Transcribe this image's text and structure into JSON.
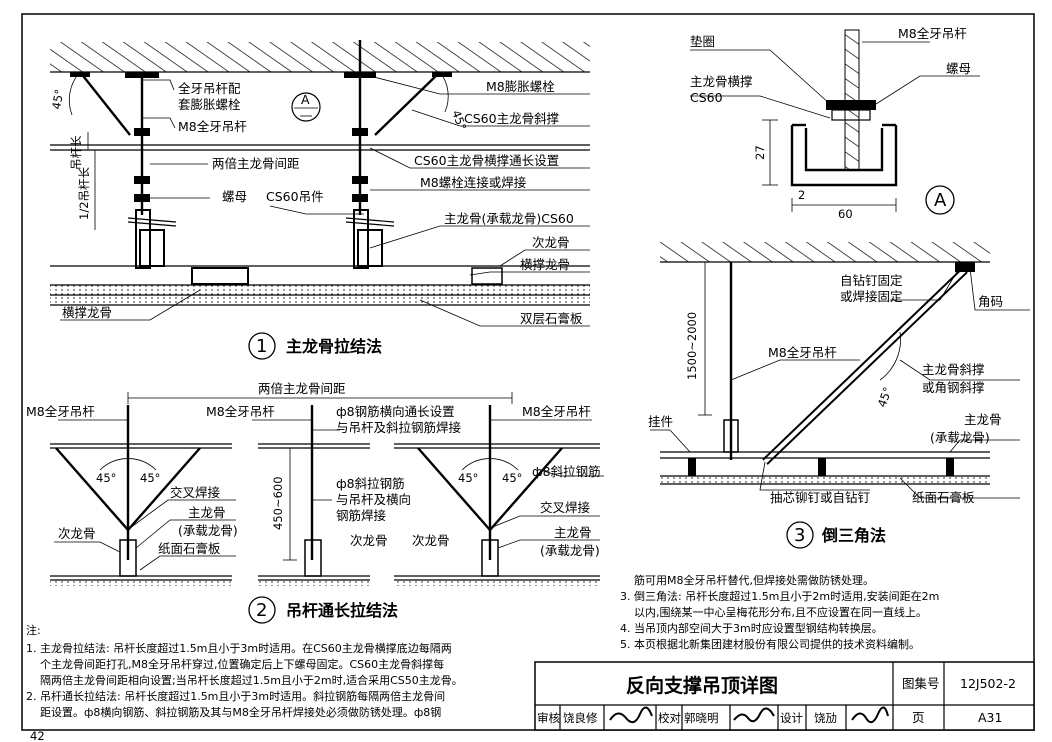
{
  "title_block": {
    "title": "反向支撑吊顶详图",
    "atlas_label": "图集号",
    "atlas_no": "12J502-2",
    "page_label": "页",
    "page_no": "A31",
    "review_label": "审核",
    "reviewer": "饶良修",
    "check_label": "校对",
    "checker": "郭晓明",
    "design_label": "设计",
    "designer": "饶劢"
  },
  "fig1": {
    "number": "1",
    "caption": "主龙骨拉结法",
    "labels": {
      "rod_with_anchor_1": "全牙吊杆配",
      "rod_with_anchor_2": "套膨胀螺栓",
      "m8_rod": "M8全牙吊杆",
      "double_spacing": "两倍主龙骨间距",
      "nut": "螺母",
      "hanger": "CS60吊件",
      "m8_expansion": "M8膨胀螺栓",
      "brace": "CS60主龙骨斜撑",
      "cross_brace": "CS60主龙骨横撑通长设置",
      "bolt_weld": "M8螺栓连接或焊接",
      "main_keel": "主龙骨(承载龙骨)CS60",
      "sub_keel": "次龙骨",
      "cross_keel": "横撑龙骨",
      "cross_keel_left": "横撑龙骨",
      "double_gypsum": "双层石膏板",
      "half_rod_length": "1/2吊杆长",
      "angle": "45°",
      "detail_mark": "A"
    }
  },
  "fig2": {
    "number": "2",
    "caption": "吊杆通长拉结法",
    "labels": {
      "double_spacing": "两倍主龙骨间距",
      "m8_rod_left": "M8全牙吊杆",
      "m8_rod_mid": "M8全牙吊杆",
      "m8_rod_right": "M8全牙吊杆",
      "rebar_cross_1": "ф8钢筋横向通长设置",
      "rebar_cross_2": "与吊杆及斜拉钢筋焊接",
      "rebar_diag": "ф8斜拉钢筋",
      "rebar_diag_mid_1": "ф8斜拉钢筋",
      "rebar_diag_mid_2": "与吊杆及横向",
      "rebar_diag_mid_3": "钢筋焊接",
      "cross_weld_left": "交叉焊接",
      "cross_weld_right": "交叉焊接",
      "main_keel_1": "主龙骨",
      "main_keel_2": "(承载龙骨)",
      "main_keel_r1": "主龙骨",
      "main_keel_r2": "(承载龙骨)",
      "sub_keel_left": "次龙骨",
      "sub_keel_mid1": "次龙骨",
      "sub_keel_mid2": "次龙骨",
      "gypsum": "纸面石膏板",
      "dim": "450~600",
      "angle": "45°"
    }
  },
  "fig3": {
    "number": "3",
    "caption": "倒三角法",
    "labels": {
      "screw_fix_1": "自钻钉固定",
      "screw_fix_2": "或焊接固定",
      "corner": "角码",
      "m8_rod": "M8全牙吊杆",
      "dim": "1500~2000",
      "brace_1": "主龙骨斜撑",
      "brace_2": "或角钢斜撑",
      "hook": "挂件",
      "main_keel_1": "主龙骨",
      "main_keel_2": "(承载龙骨)",
      "rivet": "抽芯铆钉或自钻钉",
      "gypsum": "纸面石膏板",
      "angle": "45°"
    }
  },
  "detailA": {
    "mark": "A",
    "labels": {
      "washer": "垫圈",
      "m8_rod": "M8全牙吊杆",
      "cross_brace_1": "主龙骨横撑",
      "cross_brace_2": "CS60",
      "nut": "螺母",
      "dim_27": "27",
      "dim_2": "2",
      "dim_60": "60"
    }
  },
  "notes": {
    "heading": "注:",
    "items": [
      "1. 主龙骨拉结法: 吊杆长度超过1.5m且小于3m时适用。在CS60主龙骨横撑底边每隔两",
      "个主龙骨间距打孔,M8全牙吊杆穿过,位置确定后上下螺母固定。CS60主龙骨斜撑每",
      "隔两倍主龙骨间距相向设置;当吊杆长度超过1.5m且小于2m时,适合采用CS50主龙骨。",
      "2. 吊杆通长拉结法: 吊杆长度超过1.5m且小于3m时适用。斜拉钢筋每隔两倍主龙骨间",
      "距设置。ф8横向钢筋、斜拉钢筋及其与M8全牙吊杆焊接处必须做防锈处理。ф8钢"
    ],
    "items_right": [
      "筋可用M8全牙吊杆替代,但焊接处需做防锈处理。",
      "3. 倒三角法: 吊杆长度超过1.5m且小于2m时适用,安装间距在2m",
      "以内,围绕某一中心呈梅花形分布,且不应设置在同一直线上。",
      "4. 当吊顶内部空间大于3m时应设置型钢结构转换层。",
      "5. 本页根据北新集团建材股份有限公司提供的技术资料编制。"
    ]
  },
  "page_number": "42"
}
